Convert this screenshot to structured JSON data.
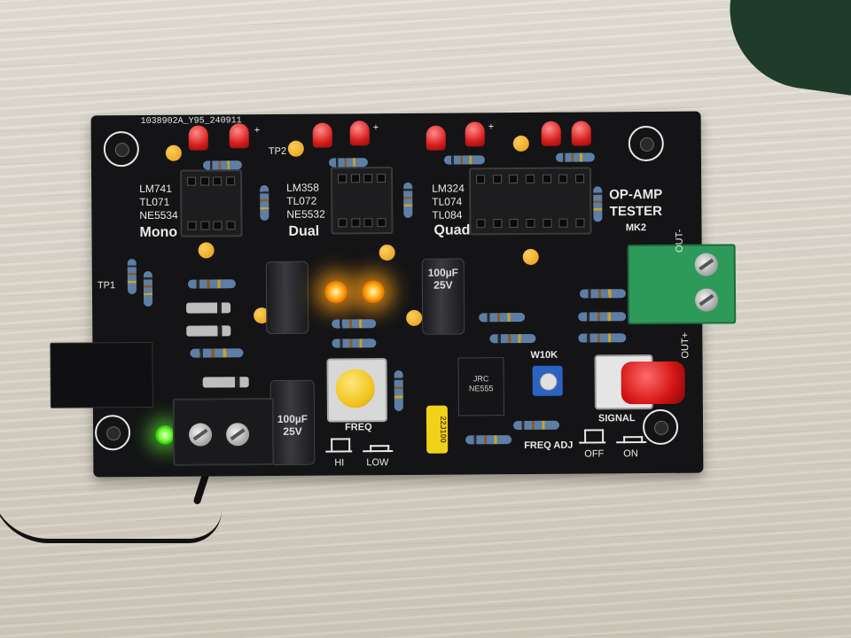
{
  "pcb": {
    "serial": "1038902A_Y95_240911",
    "title_line1": "OP-AMP",
    "title_line2": "TESTER",
    "version": "MK2",
    "tp1": "TP1",
    "tp2": "TP2",
    "mono_chips": [
      "LM741",
      "TL071",
      "NE5534"
    ],
    "mono_label": "Mono",
    "dual_chips": [
      "LM358",
      "TL072",
      "NE5532"
    ],
    "dual_label": "Dual",
    "quad_chips": [
      "LM324",
      "TL074",
      "TL084"
    ],
    "quad_label": "Quad",
    "freq_label": "FREQ",
    "hi_label": "HI",
    "low_label": "LOW",
    "freq_adj_label": "FREQ ADJ",
    "trimpot_label": "W10K",
    "signal_label": "SIGNAL",
    "off_label": "OFF",
    "on_label": "ON",
    "out_minus": "OUT-",
    "out_plus": "OUT+",
    "plus_sign": "+",
    "cap_value_1": "100µF",
    "cap_voltage": "25V",
    "film_cap_value": "22J100"
  },
  "colors": {
    "board": "#141416",
    "silkscreen": "#e8e8e8",
    "led_red": "#d71e1e",
    "led_orange": "#ffb21e",
    "led_green": "#7cff3a",
    "terminal_green": "#2e9a5a",
    "button_yellow": "#f1c21a",
    "button_red": "#d41414",
    "trimpot_blue": "#2a63c2"
  }
}
